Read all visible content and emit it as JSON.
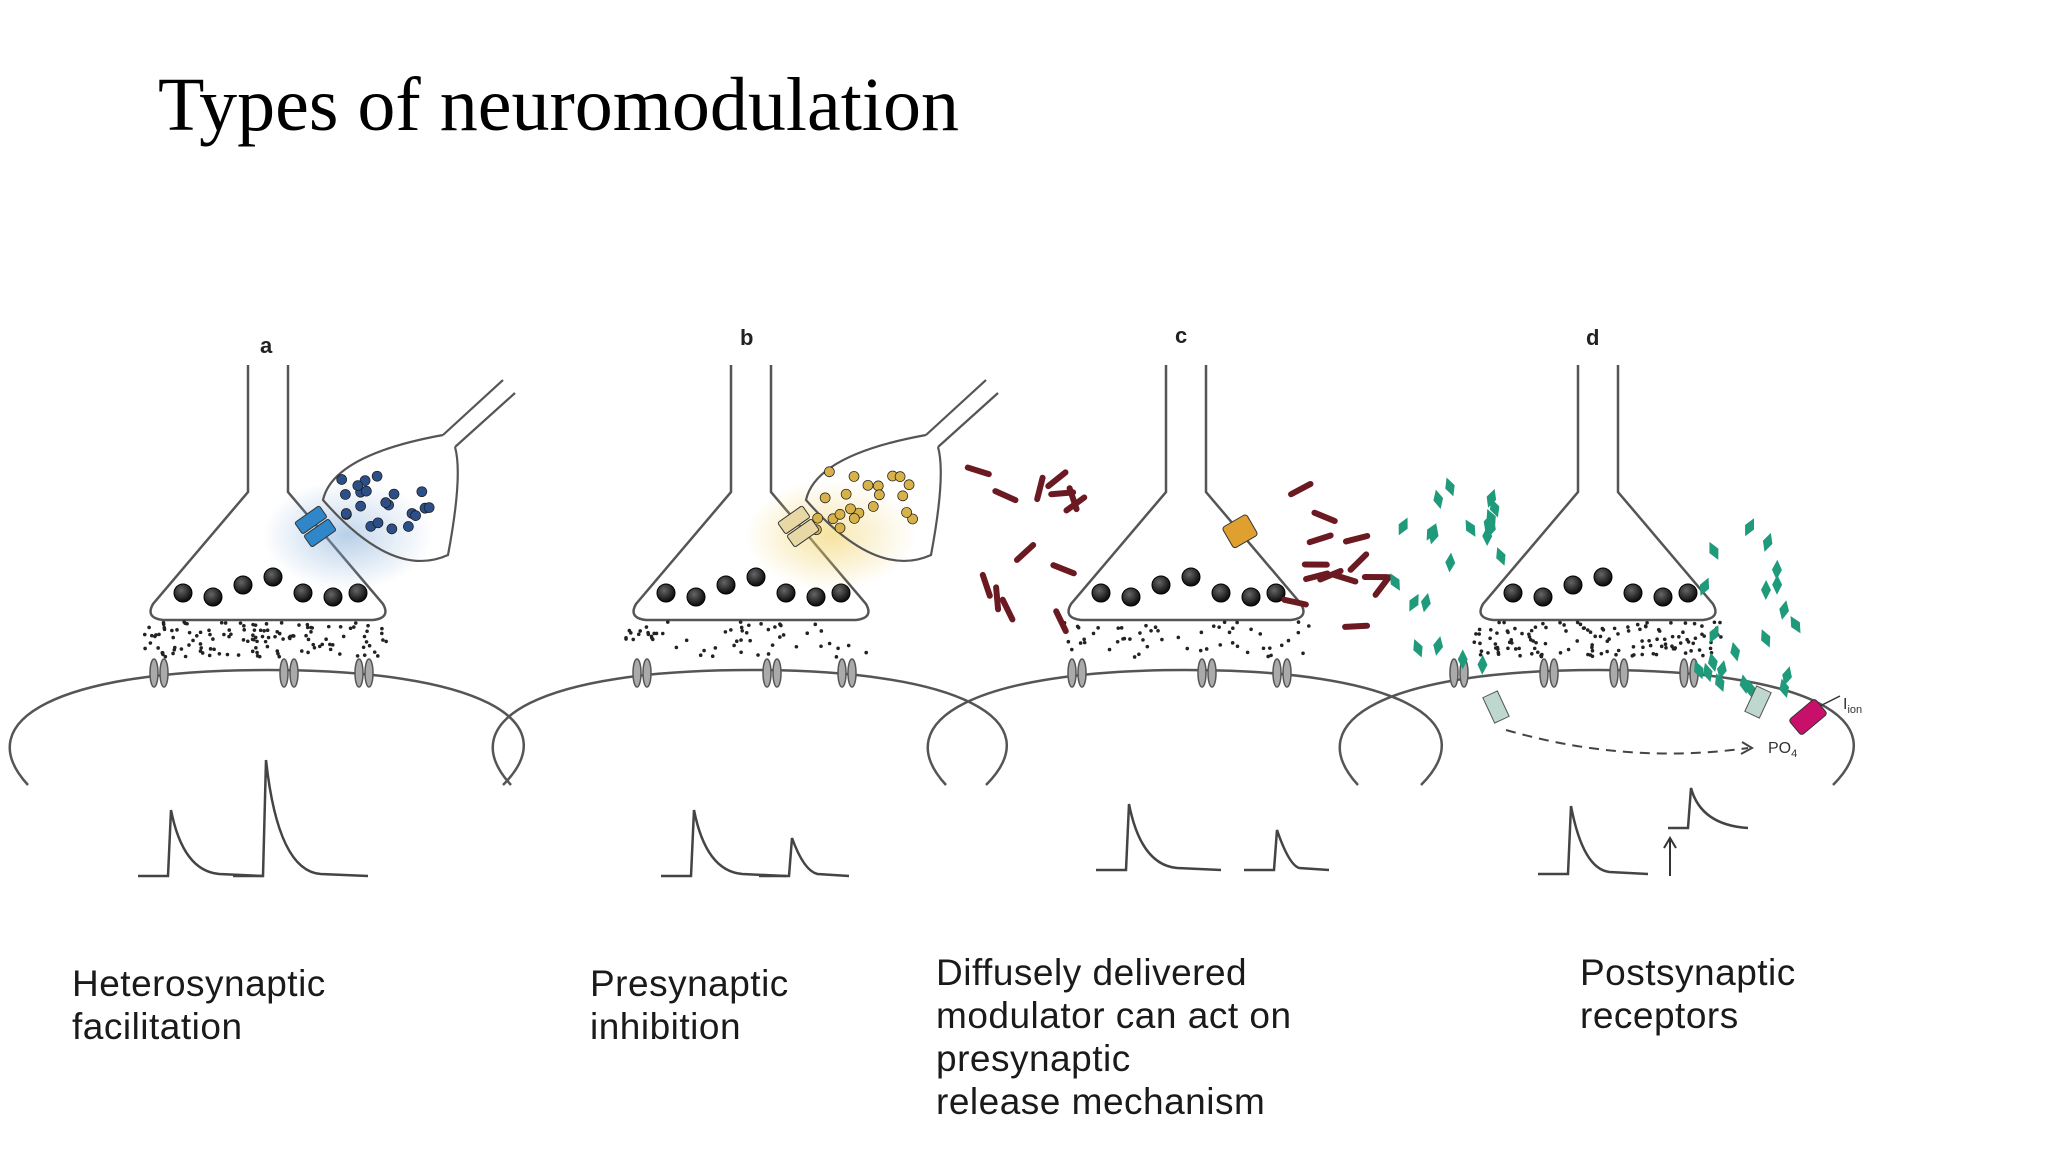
{
  "title": "Types of neuromodulation",
  "panels": [
    {
      "letter": "a",
      "caption": "Heterosynaptic\nfacilitation",
      "modulator_color": "#2b5f9e",
      "channel_color": "#2f86c8"
    },
    {
      "letter": "b",
      "caption": "Presynaptic\ninhibition",
      "modulator_color": "#d9b34a",
      "channel_color": "#e8d8a6"
    },
    {
      "letter": "c",
      "caption": "Diffusely delivered\nmodulator can act on\npresynaptic\nrelease mechanism",
      "modulator_color": "#6b1a22",
      "channel_color": "#e0a030"
    },
    {
      "letter": "d",
      "caption": "Postsynaptic\nreceptors",
      "modulator_color": "#1f9a7a",
      "channel_color": "#c8106a"
    }
  ],
  "labels": {
    "ion": "I",
    "ion_sub": "ion",
    "po": "PO",
    "po_sub": "4"
  }
}
